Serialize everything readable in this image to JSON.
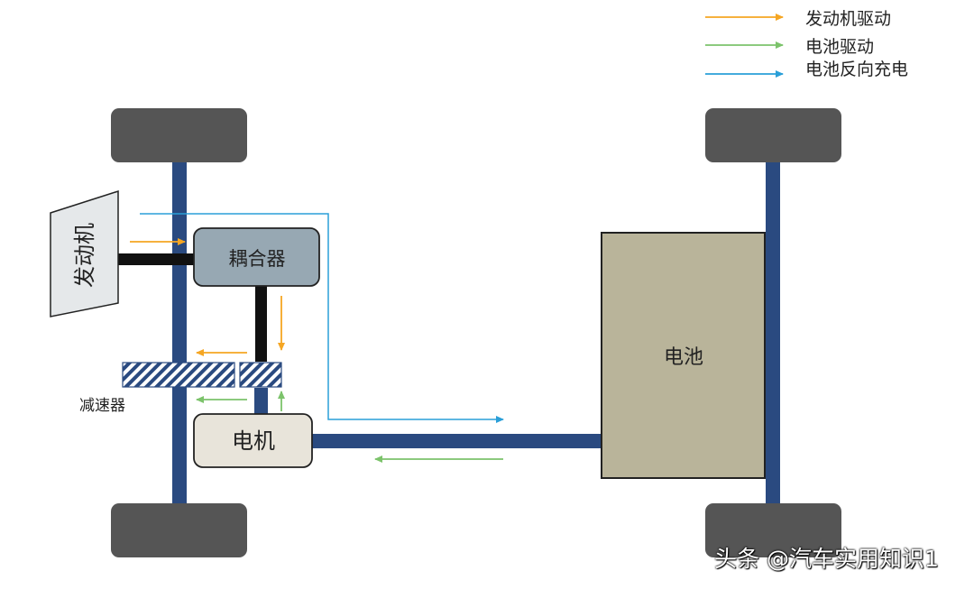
{
  "legend": {
    "engine_drive": "发动机驱动",
    "battery_drive": "电池驱动",
    "battery_reverse_charge": "电池反向充电"
  },
  "components": {
    "engine": "发动机",
    "coupler": "耦合器",
    "reducer": "减速器",
    "motor": "电机",
    "battery": "电池"
  },
  "watermark": "头条 @汽车实用知识1",
  "colors": {
    "engine_drive": "#f5a623",
    "battery_drive": "#7cc36b",
    "battery_reverse_charge": "#2a9fd8",
    "axle": "#2a4a80",
    "wheel": "#555555",
    "battery_fill": "#b9b49a",
    "coupler_fill": "#97a8b3",
    "motor_fill": "#e8e4da",
    "engine_fill": "#e5e8ea"
  }
}
